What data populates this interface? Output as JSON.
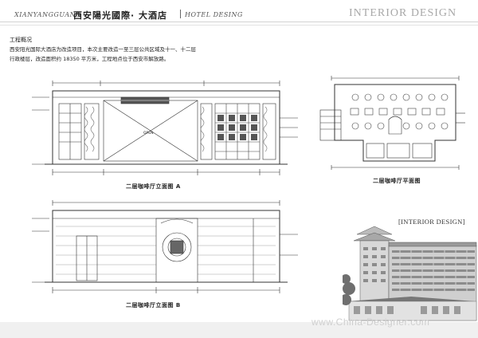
{
  "header": {
    "left_en": "XIANYANGGUANG",
    "title_cn": "西安陽光國際· 大酒店",
    "hotel_en": "HOTEL DESING",
    "brand": "INTERIOR DESIGN"
  },
  "overview": {
    "heading": "工程概况",
    "paragraph": "西安阳光国际大酒店为改造项目，本次主要改造一至三层公共区域及十一、十二层行政楼层，改造面积约 18350 平方米，工程地点位于西安市解放路。"
  },
  "drawings": {
    "elevation_a_caption": "二层咖啡厅立面图 A",
    "plan_caption": "二层咖啡厅平面图",
    "elevation_b_caption": "二层咖啡厅立面图 B",
    "open_label": "OPEN"
  },
  "rendering": {
    "label": "[INTERIOR DESIGN]"
  },
  "watermark": "www.China-Designer.com"
}
